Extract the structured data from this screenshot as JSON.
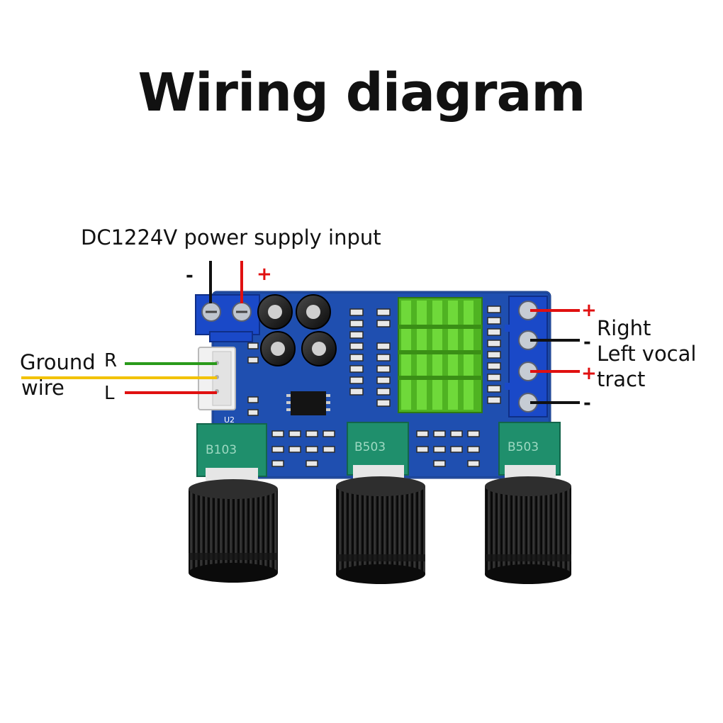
{
  "title": "Wiring diagram",
  "labels": {
    "power": "DC1224V power supply input",
    "ground_line1": "Ground",
    "ground_line2": "wire",
    "channel_r": "R",
    "channel_l": "L",
    "right": "Right",
    "left_vocal": "Left vocal",
    "tract": "tract",
    "plus": "+",
    "minus": "-"
  },
  "board_marking": "U2",
  "pot_markings": [
    "B103",
    "B503",
    "B503"
  ],
  "colors": {
    "pcb": "#1f4fb0",
    "terminal": "#1a49c8",
    "heatsink": "#5ec92a",
    "pot": "#1f8f6c",
    "wire_red": "#e01010",
    "wire_black": "#111111",
    "wire_green": "#2a9a1a",
    "wire_yellow": "#f2c200"
  }
}
